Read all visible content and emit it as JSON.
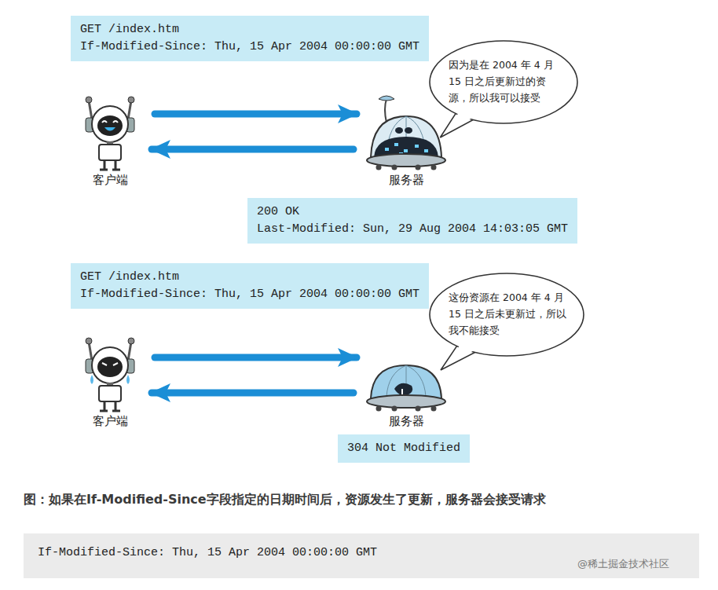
{
  "diagram": {
    "caption": "图：如果在If-Modified-Since字段指定的日期时间后，资源发生了更新，服务器会接受请求",
    "nodes": [
      {
        "text": [
          "GET /index.htm",
          "If-Modified-Since: Thu, 15 Apr 2004 00:00:00 GMT"
        ]
      },
      {
        "text": [
          "客户端"
        ]
      },
      {
        "text": [
          "服务器"
        ]
      },
      {
        "text": [
          "因为是在 2004 年 4 月 15 日之后更新过的资源，所以我可以接受"
        ]
      },
      {
        "text": [
          "200 OK",
          "Last-Modified: Sun, 29 Aug 2004 14:03:05 GMT"
        ]
      },
      {
        "text": [
          "GET /index.htm",
          "If-Modified-Since: Thu, 15 Apr 2004 00:00:00 GMT"
        ]
      },
      {
        "text": [
          "客户端"
        ]
      },
      {
        "text": [
          "服务器"
        ]
      },
      {
        "text": [
          "这份资源在 2004 年 4 月 15 日之后未更新过，所以我不能接受"
        ]
      },
      {
        "text": [
          "304 Not Modified"
        ]
      },
      {
        "text": [
          "If-Modified-Since: Thu, 15 Apr 2004 00:00:00 GMT"
        ]
      }
    ],
    "edges": [
      {
        "from": 1,
        "to": 2,
        "arrow": "to"
      },
      {
        "from": 2,
        "to": 1,
        "arrow": "to"
      },
      {
        "from": 6,
        "to": 7,
        "arrow": "to"
      },
      {
        "from": 7,
        "to": 6,
        "arrow": "to"
      }
    ],
    "labels": [
      "@稀土掘金技术社区"
    ]
  }
}
